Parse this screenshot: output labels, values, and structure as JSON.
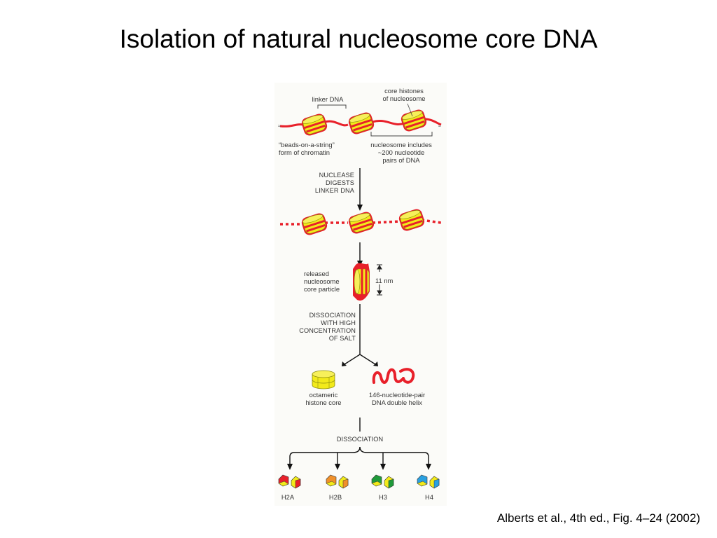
{
  "slide": {
    "title": "Isolation of natural nucleosome core DNA",
    "citation": "Alberts et al., 4th ed., Fig. 4–24 (2002)"
  },
  "figure": {
    "colors": {
      "dna": "#e8202a",
      "histone": "#f2ea1a",
      "histone_stroke": "#8a8a10",
      "h2a": "#e8202a",
      "h2b": "#f0902a",
      "h3": "#1f9a3a",
      "h4": "#2aa0e0"
    },
    "top": {
      "linker_dna": "linker DNA",
      "core_histones_line1": "core histones",
      "core_histones_line2": "of nucleosome",
      "beads_line1": "“beads-on-a-string”",
      "beads_line2": "form of chromatin",
      "nucleosome_line1": "nucleosome includes",
      "nucleosome_line2": "~200 nucleotide",
      "nucleosome_line3": "pairs of DNA"
    },
    "step1": {
      "line1": "NUCLEASE",
      "line2": "DIGESTS",
      "line3": "LINKER DNA"
    },
    "core_particle": {
      "line1": "released",
      "line2": "nucleosome",
      "line3": "core particle",
      "size": "11 nm"
    },
    "step2": {
      "line1": "DISSOCIATION",
      "line2": "WITH HIGH",
      "line3": "CONCENTRATION",
      "line4": "OF SALT"
    },
    "products": {
      "octamer_line1": "octameric",
      "octamer_line2": "histone core",
      "dna_line1": "146-nucleotide-pair",
      "dna_line2": "DNA double helix"
    },
    "step3": {
      "label": "DISSOCIATION"
    },
    "histones": [
      "H2A",
      "H2B",
      "H3",
      "H4"
    ]
  }
}
